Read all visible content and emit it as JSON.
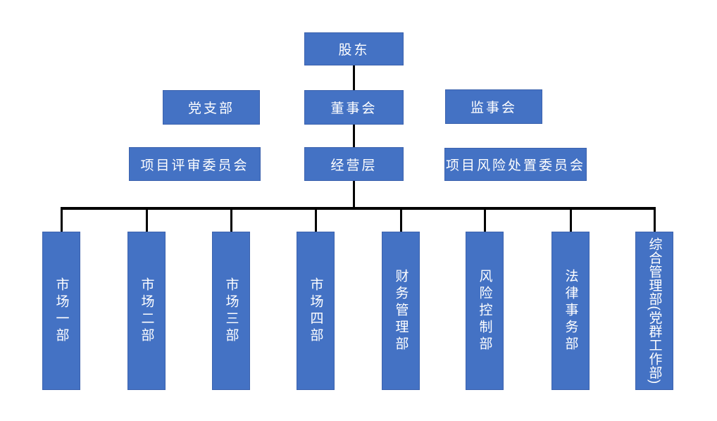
{
  "org_chart": {
    "shareholders": "股东",
    "party_branch": "党支部",
    "board_of_directors": "董事会",
    "supervisory_board": "监事会",
    "project_review_committee": "项目评审委员会",
    "management": "经营层",
    "project_risk_committee": "项目风险处置委员会",
    "departments": [
      {
        "label": "市场一部"
      },
      {
        "label": "市场二部"
      },
      {
        "label": "市场三部"
      },
      {
        "label": "市场四部"
      },
      {
        "label": "财务管理部"
      },
      {
        "label": "风险控制部"
      },
      {
        "label": "法律事务部"
      },
      {
        "label": "综合管理部(党群工作部)"
      }
    ]
  },
  "colors": {
    "node_fill": "#4472C4",
    "node_border": "#3C62AD",
    "node_text": "#FFFFFF",
    "connector": "#000000",
    "background": "#FFFFFF"
  }
}
